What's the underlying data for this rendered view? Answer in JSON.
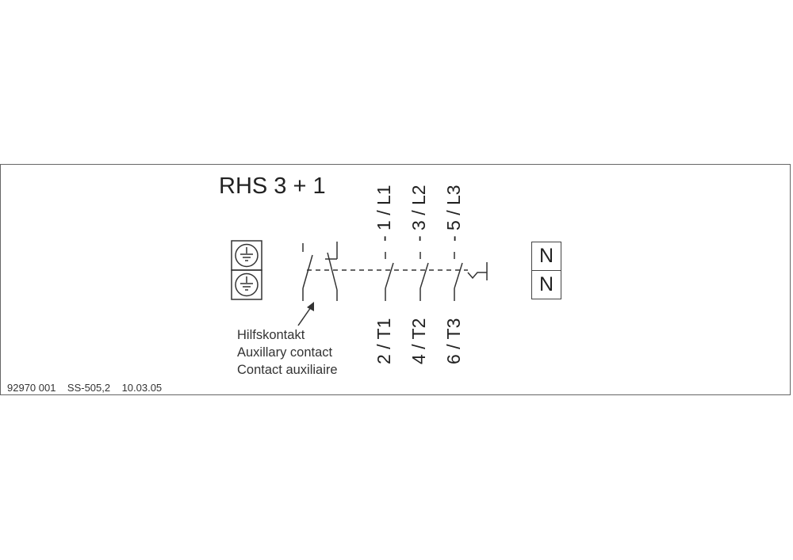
{
  "title": "RHS 3 + 1",
  "aux_contact": {
    "de": "Hilfskontakt",
    "en": "Auxillary contact",
    "fr": "Contact auxiliaire"
  },
  "footer": {
    "doc_number": "92970 001",
    "ref": "SS-505,2",
    "date": "10.03.05"
  },
  "terminals_top": [
    "- 1 / L1",
    "- 3 / L2",
    "- 5 / L3"
  ],
  "terminals_bottom": [
    "2 / T1",
    "4 / T2",
    "6 / T3"
  ],
  "n_boxes": [
    "N",
    "N"
  ],
  "icons": [
    "ground-symbol-icon",
    "ground-symbol-icon",
    "thermal-trip-icon",
    "arrow-icon"
  ]
}
